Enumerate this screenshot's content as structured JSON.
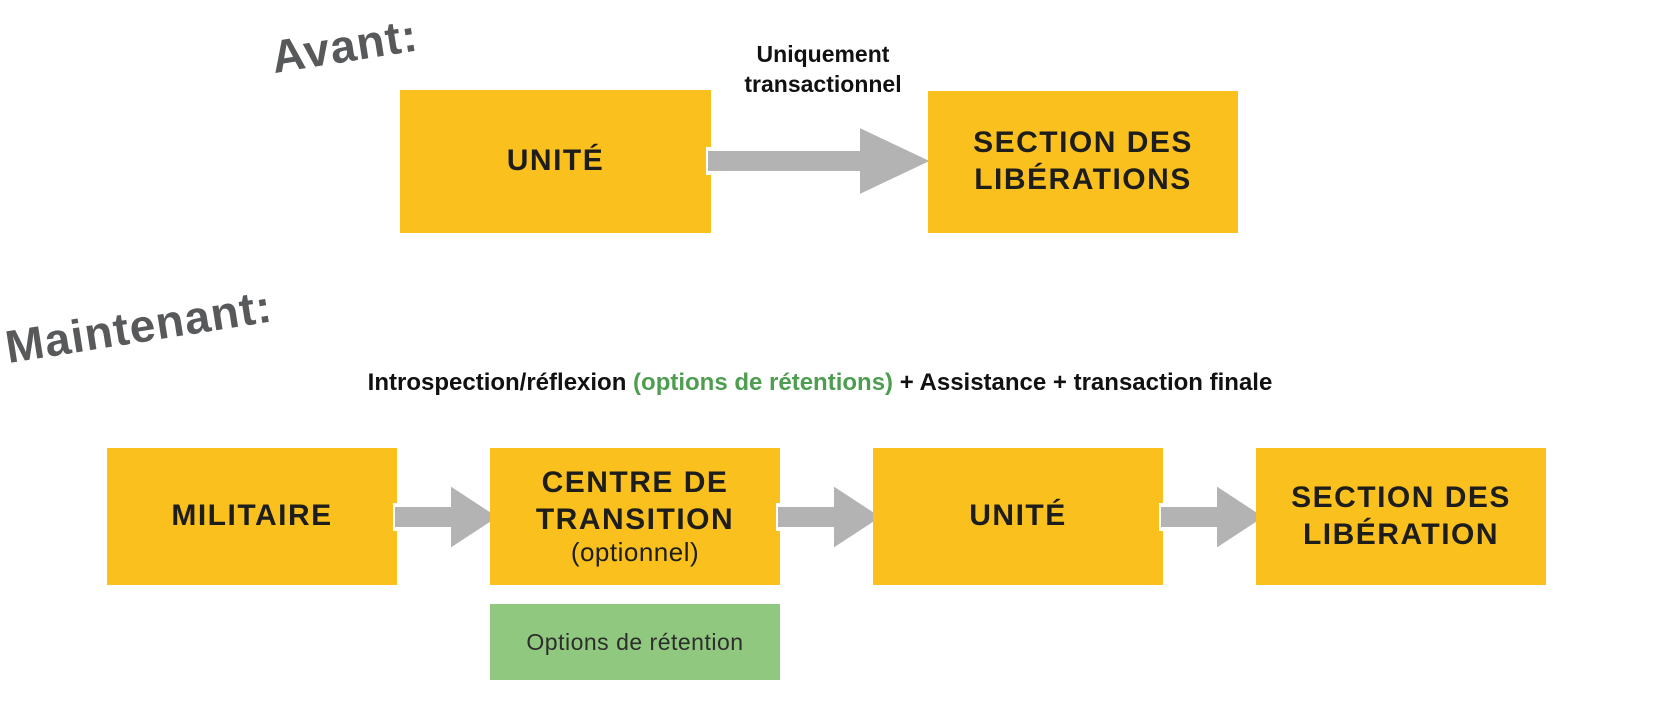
{
  "colors": {
    "yellow": "#F9C01E",
    "green_box": "#8FC87E",
    "green_text": "#4E9D50",
    "arrow_gray": "#B3B3B3",
    "heading_gray": "#58595B"
  },
  "before": {
    "heading": "Avant:",
    "arrow_label_line1": "Uniquement",
    "arrow_label_line2": "transactionnel",
    "source_box": "UNITÉ",
    "target_box": "SECTION DES LIBÉRATIONS"
  },
  "now": {
    "heading": "Maintenant:",
    "flow_label_prefix": "Introspection/réflexion ",
    "flow_label_highlight": "(options de rétentions)",
    "flow_label_suffix": " + Assistance + transaction finale",
    "boxes": [
      {
        "title": "MILITAIRE",
        "subtitle": ""
      },
      {
        "title": "CENTRE DE TRANSITION",
        "subtitle": "(optionnel)"
      },
      {
        "title": "UNITÉ",
        "subtitle": ""
      },
      {
        "title": "SECTION DES LIBÉRATION",
        "subtitle": ""
      }
    ],
    "retention_label": "Options de rétention"
  }
}
